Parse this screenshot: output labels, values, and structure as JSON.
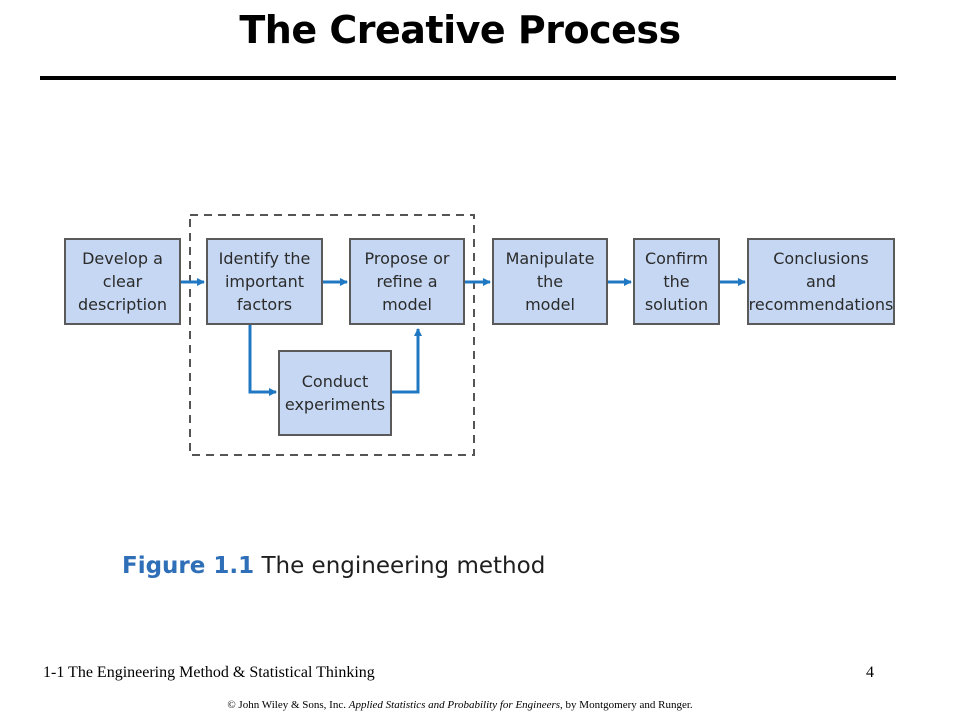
{
  "title": "The Creative Process",
  "diagram": {
    "boxes": {
      "develop": "Develop a\nclear\ndescription",
      "identify": "Identify the\nimportant\nfactors",
      "propose": "Propose or\nrefine a\nmodel",
      "conduct": "Conduct\nexperiments",
      "manipulate": "Manipulate\nthe\nmodel",
      "confirm": "Confirm\nthe\nsolution",
      "conclusions": "Conclusions\nand\nrecommendations"
    },
    "colors": {
      "box_fill": "#c5d7f2",
      "box_border": "#5a5a5a",
      "arrow": "#1f78c1",
      "dashed_frame": "#555555"
    }
  },
  "caption": {
    "label": "Figure 1.1",
    "text": " The engineering method",
    "label_color": "#2f6fb7"
  },
  "footer": {
    "section": "1-1 The Engineering Method & Statistical Thinking",
    "page_number": "4",
    "copyright_prefix": "© John Wiley & Sons, Inc.  ",
    "book_title": "Applied Statistics and Probability for Engineers",
    "copyright_suffix": ", by Montgomery and Runger."
  }
}
